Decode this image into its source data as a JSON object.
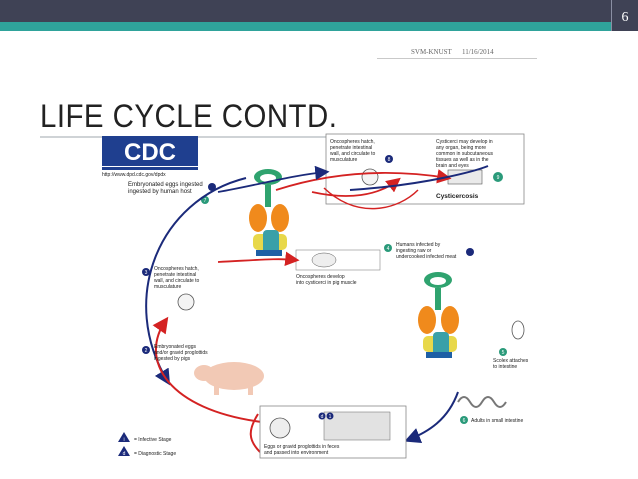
{
  "header": {
    "page_number": "6",
    "presenter": "SVM-KNUST",
    "date": "11/16/2014",
    "colors": {
      "bar": "#3f4255",
      "accent": "#2fa39b"
    }
  },
  "slide": {
    "title": "LIFE CYCLE CONTD."
  },
  "diagram": {
    "logo_text": "CDC",
    "logo_url": "http://www.dpd.cdc.gov/dpdx",
    "step1": "Embryonated eggs ingested by human host",
    "step1_num": "7",
    "cyst_box_left": [
      "Oncospheres hatch,",
      "penetrate intestinal",
      "wall, and circulate to",
      "musculature"
    ],
    "cyst_box_left_num": "8",
    "cyst_box_right": [
      "Cysticerci may develop in",
      "any organ, being more",
      "common in subcutaneous",
      "tissues as well as in the",
      "brain and eyes"
    ],
    "cyst_box_right_num": "9",
    "cysticercosis_label": "Cysticercosis",
    "step4_num": "4",
    "step4": [
      "Humans infected by",
      "ingesting raw or",
      "undercooked infected meat"
    ],
    "step3_num": "3",
    "step3": [
      "Oncospheres hatch,",
      "penetrate intestinal",
      "wall, and circulate to",
      "musculature"
    ],
    "pig_muscle": [
      "Oncospheres develop",
      "into cysticerci in pig muscle"
    ],
    "step2_num": "2",
    "step2": [
      "Embryonated eggs",
      "and/or gravid proglottids",
      "ingested by pigs"
    ],
    "step5_num": "5",
    "step5": [
      "Scolex attaches",
      "to intestine"
    ],
    "step6_num": "6",
    "step6": "Adults in small intestine",
    "step1b_num": "1",
    "eggs_box": [
      "Eggs or gravid proglottids in feces",
      "and passed into environment"
    ],
    "legend_infective_letter": "i",
    "legend_infective": "= Infective Stage",
    "legend_diagnostic_letter": "d",
    "legend_diagnostic": "= Diagnostic Stage"
  }
}
